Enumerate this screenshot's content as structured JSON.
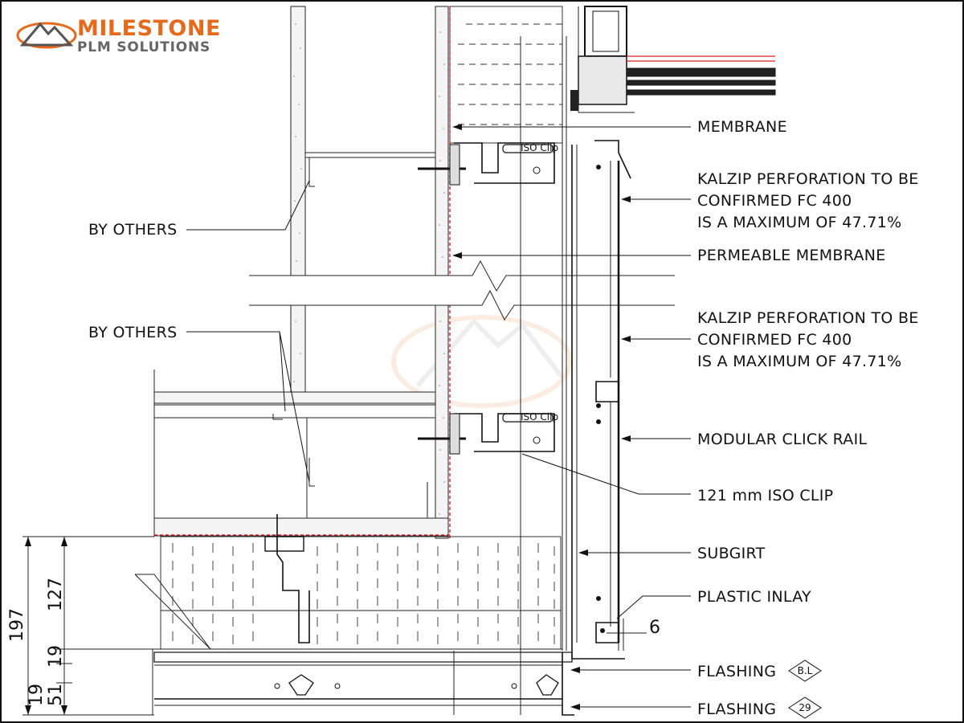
{
  "logo": {
    "name": "MILESTONE",
    "tagline": "PLM SOLUTIONS",
    "colors": {
      "orange": "#e66a1c",
      "grey": "#666666"
    }
  },
  "labels": {
    "membrane": "MEMBRANE",
    "kalzip_1": [
      "KALZIP PERFORATION TO BE",
      "CONFIRMED FC 400",
      "IS A MAXIMUM OF 47.71%"
    ],
    "by_others_1": "BY OTHERS",
    "permeable_membrane": "PERMEABLE MEMBRANE",
    "kalzip_2": [
      "KALZIP PERFORATION TO BE",
      "CONFIRMED FC 400",
      "IS A MAXIMUM OF 47.71%"
    ],
    "by_others_2": "BY OTHERS",
    "modular_click_rail": "MODULAR CLICK RAIL",
    "iso_clip": "121 mm ISO CLIP",
    "subgirt": "SUBGIRT",
    "plastic_inlay": "PLASTIC INLAY",
    "flashing_1": "FLASHING",
    "flashing_1_tag": "B.L",
    "flashing_2": "FLASHING",
    "flashing_2_tag": "29"
  },
  "dimensions": {
    "overall": "197",
    "upper": "127",
    "mid": "19",
    "lower_a": "51",
    "lower_b": "19",
    "gap": "6"
  },
  "clip_mark": "ISO Clip"
}
